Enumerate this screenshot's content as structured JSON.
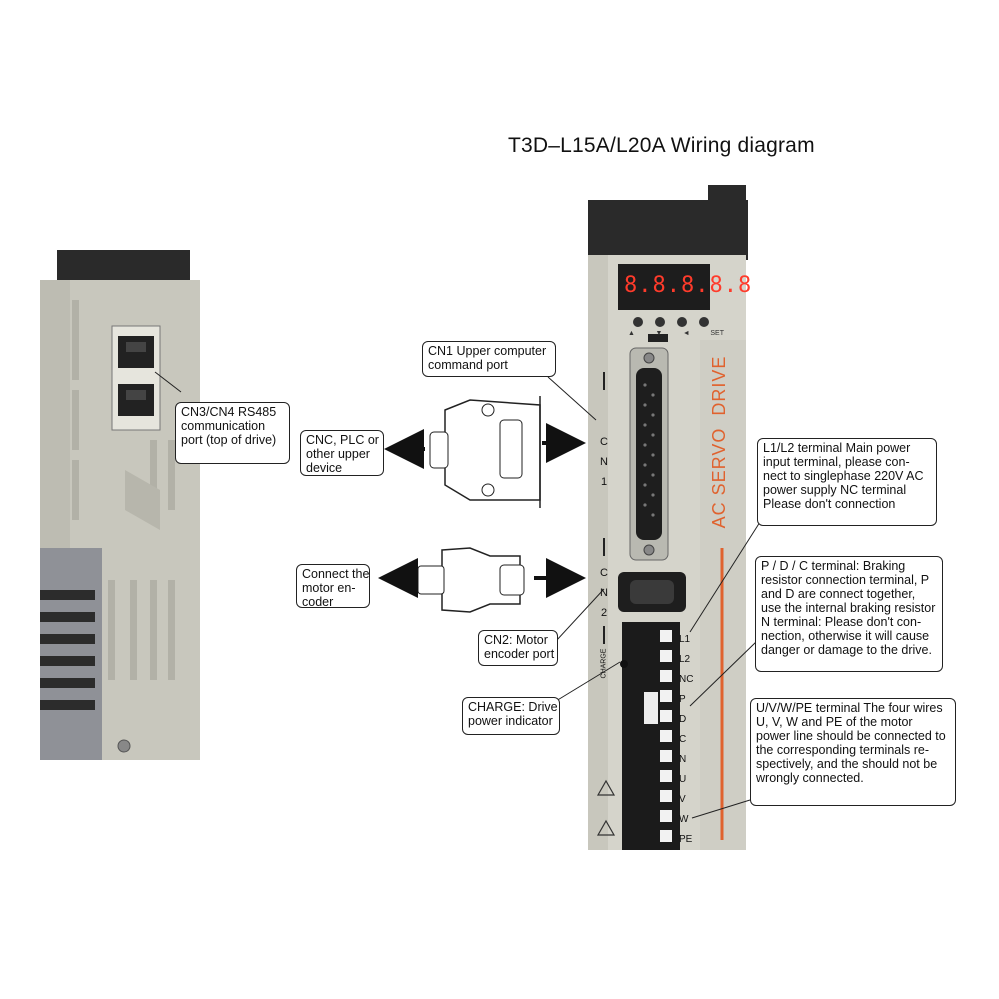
{
  "title": "T3D–L15A/L20A Wiring diagram",
  "callouts": {
    "cn3_cn4": [
      "CN3/CN4 RS485",
      "communication",
      "port (top of drive)"
    ],
    "cnc_plc": [
      "CNC, PLC or",
      "other upper",
      "device"
    ],
    "cn1": [
      "CN1 Upper computer",
      "command port"
    ],
    "encoder": [
      "Connect the",
      "motor en-",
      "coder"
    ],
    "cn2": [
      "CN2: Motor",
      "encoder port"
    ],
    "charge": [
      "CHARGE: Drive",
      "power indicator"
    ],
    "l1l2": [
      "L1/L2 terminal Main power",
      "input terminal, please con-",
      "nect to singlephase 220V AC",
      "power supply NC terminal",
      "Please don't connection"
    ],
    "pdc": [
      "P / D / C terminal:  Braking",
      "resistor connection terminal, P",
      "and D are connect together,",
      "use the internal braking resistor",
      "N terminal:  Please don't con-",
      "nection, otherwise it will cause",
      "danger or damage to the drive."
    ],
    "uvw": [
      "U/V/W/PE terminal The four wires",
      "U, V, W and PE of the motor",
      "power line should be connected to",
      "the corresponding terminals re-",
      "spectively, and the  should not be",
      "wrongly connected."
    ]
  },
  "panel": {
    "display": "8.8.8.8.8",
    "keys": [
      "▲",
      "▼",
      "◄",
      "SET"
    ],
    "brand_text": "AC SERVO  DRIVE",
    "cn1_label": [
      "C",
      "N",
      "1"
    ],
    "cn2_label": [
      "C",
      "N",
      "2"
    ],
    "charge_label": "CHARGE",
    "terminals": [
      "L1",
      "L2",
      "NC",
      "P",
      "D",
      "C",
      "N",
      "U",
      "V",
      "W",
      "PE"
    ]
  }
}
